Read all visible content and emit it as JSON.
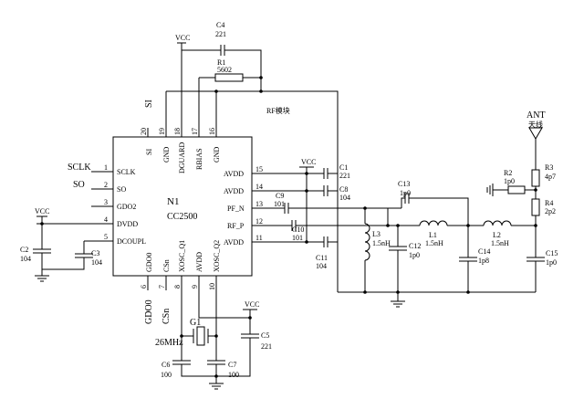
{
  "chip": {
    "ref": "N1",
    "name": "CC2500"
  },
  "pins_top": [
    {
      "num": "20",
      "label": "SI",
      "net": "SI"
    },
    {
      "num": "19",
      "label": "GND"
    },
    {
      "num": "18",
      "label": "DGUARD"
    },
    {
      "num": "17",
      "label": "RBIAS"
    },
    {
      "num": "16",
      "label": "GND"
    }
  ],
  "pins_left": [
    {
      "num": "1",
      "label": "SCLK",
      "net": "SCLK"
    },
    {
      "num": "2",
      "label": "SO",
      "net": "SO"
    },
    {
      "num": "3",
      "label": "GDO2"
    },
    {
      "num": "4",
      "label": "DVDD"
    },
    {
      "num": "5",
      "label": "DCOUPL"
    }
  ],
  "pins_right": [
    {
      "num": "15",
      "label": "AVDD"
    },
    {
      "num": "14",
      "label": "AVDD"
    },
    {
      "num": "13",
      "label": "PF_N"
    },
    {
      "num": "12",
      "label": "RF_P"
    },
    {
      "num": "11",
      "label": "AVDD"
    }
  ],
  "pins_bottom": [
    {
      "num": "6",
      "label": "GDO0",
      "net": "GDO0"
    },
    {
      "num": "7",
      "label": "CSn",
      "net": "CSn"
    },
    {
      "num": "8",
      "label": "XOSC_Q1"
    },
    {
      "num": "9",
      "label": "AVDD"
    },
    {
      "num": "10",
      "label": "XOSC_Q2"
    }
  ],
  "vcc": "VCC",
  "rf_module_label": "RF模块",
  "antenna": {
    "ref": "ANT",
    "label": "天线"
  },
  "components": {
    "C1": {
      "ref": "C1",
      "value": "221"
    },
    "C2": {
      "ref": "C2",
      "value": "104"
    },
    "C3": {
      "ref": "C3",
      "value": "104"
    },
    "C4": {
      "ref": "C4",
      "value": "221"
    },
    "C5": {
      "ref": "C5",
      "value": "221"
    },
    "C6": {
      "ref": "C6",
      "value": "100"
    },
    "C7": {
      "ref": "C7",
      "value": "100"
    },
    "C8": {
      "ref": "C8",
      "value": "104"
    },
    "C9": {
      "ref": "C9",
      "value": "101"
    },
    "C10": {
      "ref": "C10",
      "value": "101"
    },
    "C11": {
      "ref": "C11",
      "value": "104"
    },
    "C12": {
      "ref": "C12",
      "value": "1p0"
    },
    "C13": {
      "ref": "C13",
      "value": "1p0"
    },
    "C14": {
      "ref": "C14",
      "value": "1p8"
    },
    "C15": {
      "ref": "C15",
      "value": "1p0"
    },
    "R1": {
      "ref": "R1",
      "value": "5602"
    },
    "R2": {
      "ref": "R2",
      "value": "1p0"
    },
    "R3": {
      "ref": "R3",
      "value": "4p7"
    },
    "R4": {
      "ref": "R4",
      "value": "2p2"
    },
    "L1": {
      "ref": "L1",
      "value": "1.5nH"
    },
    "L2": {
      "ref": "L2",
      "value": "1.5nH"
    },
    "L3": {
      "ref": "L3",
      "value": "1.5nH"
    },
    "G1": {
      "ref": "G1",
      "value": "26MHz"
    }
  }
}
